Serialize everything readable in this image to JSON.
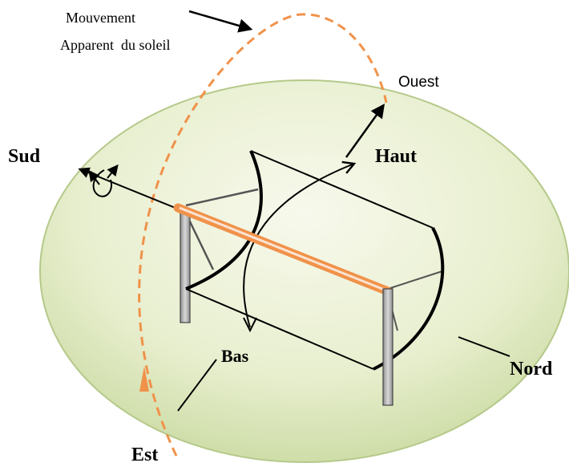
{
  "diagram": {
    "labels": {
      "sun_motion_line1": "Mouvement",
      "sun_motion_line2": "Apparent  du soleil",
      "west": "Ouest",
      "south": "Sud",
      "up": "Haut",
      "down": "Bas",
      "north": "Nord",
      "east": "Est"
    },
    "colors": {
      "ground_edge": "#b5c98a",
      "ground_top": "#f5f7e8",
      "ground_bottom": "#cfdca8",
      "sun_path": "#f0924a",
      "receiver_tube": "#f0924a",
      "structure": "#000000",
      "support_post": "#a8a8a8"
    }
  }
}
